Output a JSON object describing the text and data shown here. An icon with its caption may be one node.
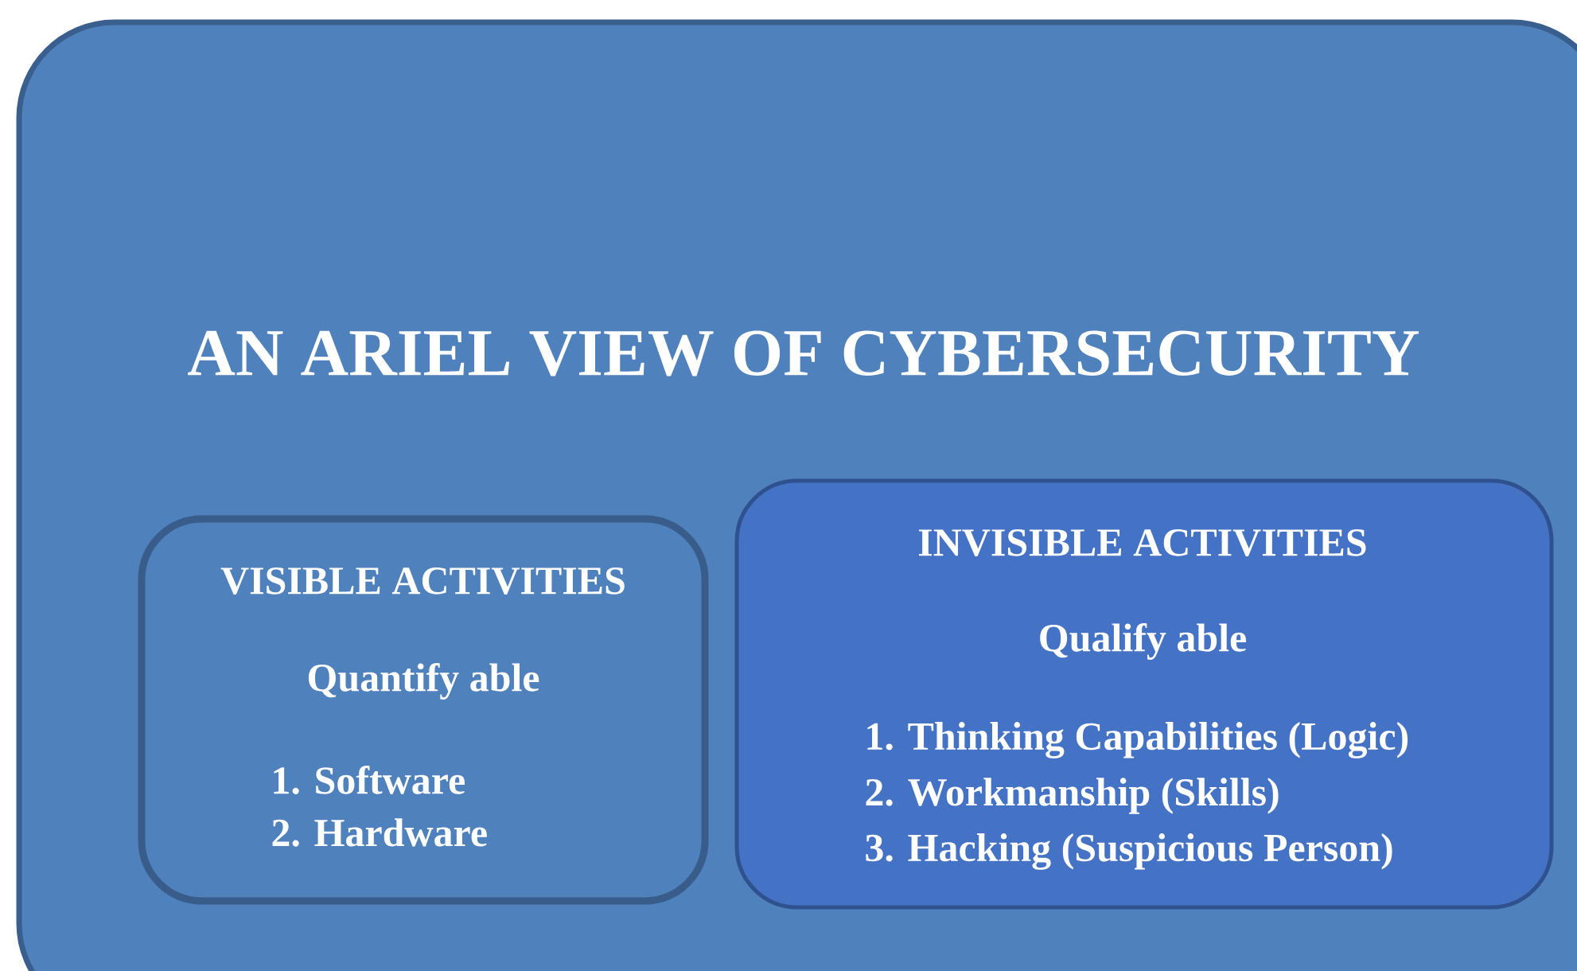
{
  "diagram": {
    "nodes": [
      {
        "text": [
          "AN ARIEL VIEW OF CYBERSECURITY"
        ]
      },
      {
        "text": [
          "VISIBLE ACTIVITIES",
          "Quantify able",
          "1. Software",
          "2. Hardware"
        ],
        "in": 0
      },
      {
        "text": [
          "INVISIBLE ACTIVITIES",
          "Qualify able",
          "1. Thinking Capabilities (Logic)",
          "2. Workmanship (Skills)",
          "3. Hacking (Suspicious Person)"
        ],
        "in": 0
      }
    ]
  }
}
